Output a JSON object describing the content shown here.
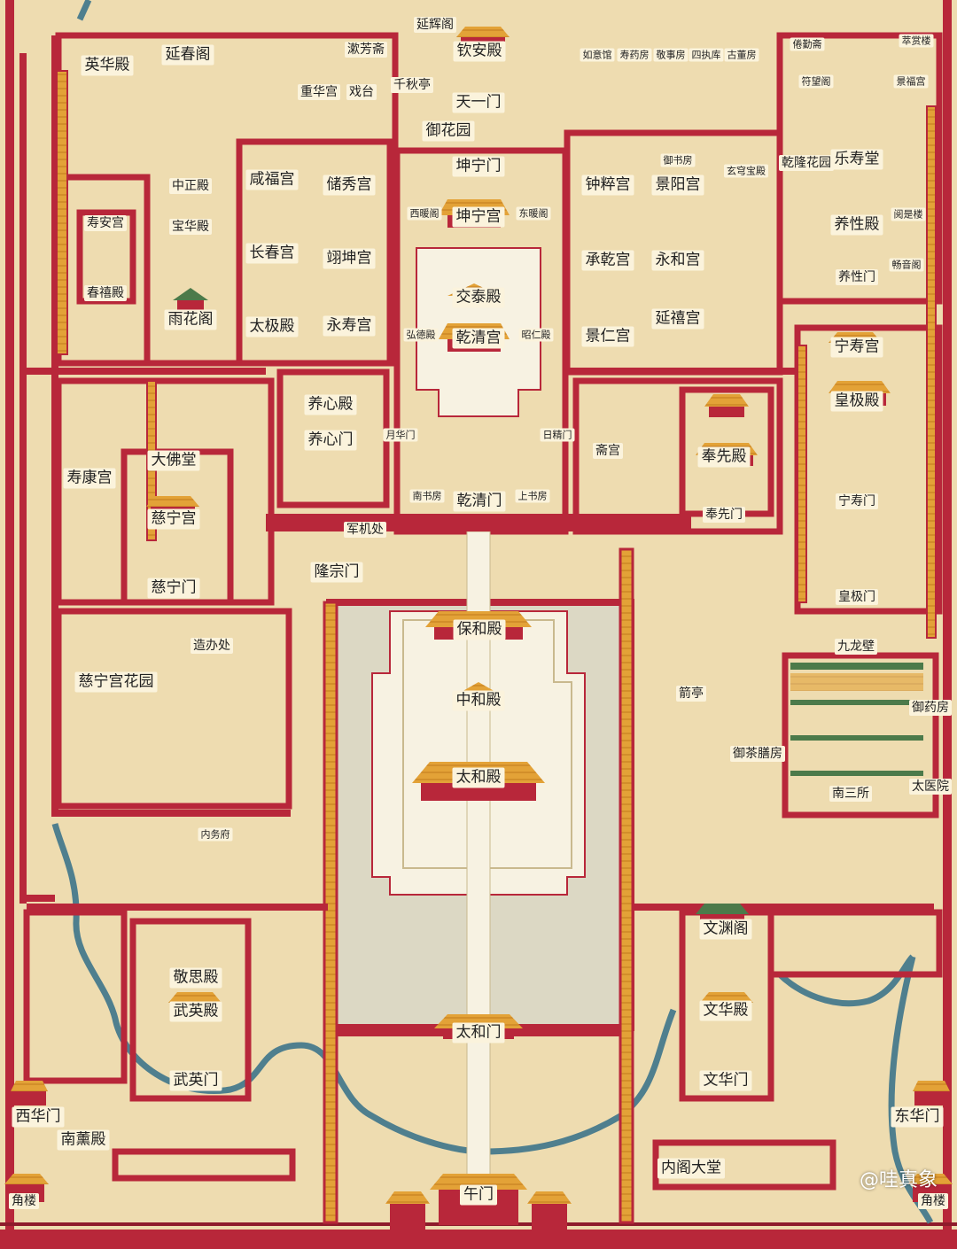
{
  "colors": {
    "ground": "#eedcb0",
    "wall": "#b8273a",
    "wall_dark": "#8e1b2b",
    "roof": "#e3a237",
    "roof_dark": "#c07a1e",
    "courtyard": "#dcd8c4",
    "terrace": "#f7f2e2",
    "river": "#4f7f8e",
    "label_bg": "#fbf3dc",
    "green_roof": "#4c7a4a"
  },
  "watermark": "@哇真象",
  "labels": {
    "yanhui_ge": "延辉阁",
    "yinan_dian": "钦安殿",
    "tianyi_men": "天一门",
    "yuhua_yuan": "御花园",
    "qianqiu_ting": "千秋亭",
    "shufang_zhai": "漱芳斋",
    "chonghua_gong": "重华宫",
    "xitai": "戏台",
    "yanchun_ge": "延春阁",
    "yinghua_dian": "英华殿",
    "zhongzheng_dian": "中正殿",
    "baohua_dian": "宝华殿",
    "xianfu_gong": "咸福宫",
    "chuxiu_gong": "储秀宫",
    "changchun_gong": "长春宫",
    "yikun_gong": "翊坤宫",
    "taiji_dian": "太极殿",
    "yongshou_gong": "永寿宫",
    "shouan_gong": "寿安宫",
    "chunxi_dian": "春禧殿",
    "yuhua_ge": "雨花阁",
    "kunning_men": "坤宁门",
    "kunning_gong": "坤宁宫",
    "xinuan_ge": "西暖阁",
    "dongnuan_ge": "东暖阁",
    "jiaotai_dian": "交泰殿",
    "qianqing_gong": "乾清宫",
    "hongde_dian": "弘德殿",
    "zhaoren_dian": "昭仁殿",
    "yuehua_men": "月华门",
    "rijing_men": "日精门",
    "nanshufang": "南书房",
    "shangshufang": "上书房",
    "qianqing_men": "乾清门",
    "junji_chu": "军机处",
    "yangxin_dian": "养心殿",
    "yangxin_men": "养心门",
    "ruyi_guan": "如意馆",
    "shouyao_fang": "寿药房",
    "jingshi_fang": "敬事房",
    "sizhi_ku": "四执库",
    "gudong_fang": "古董房",
    "yushu_fang": "御书房",
    "xuanqiong_baodian": "玄穹宝殿",
    "zhongcui_gong": "钟粹宫",
    "jingyang_gong": "景阳宫",
    "chengqian_gong": "承乾宫",
    "yonghe_gong": "永和宫",
    "jingren_gong": "景仁宫",
    "yanxi_gong": "延禧宫",
    "zhai_gong": "斋宫",
    "fengxian_dian": "奉先殿",
    "fengxian_men": "奉先门",
    "juanqin_zhai": "倦勤斋",
    "fuwang_ge": "符望阁",
    "cuishang_lou": "萃赏楼",
    "jingfu_gong": "景福宫",
    "qianlong_huayuan": "乾隆花园",
    "leshou_tang": "乐寿堂",
    "yixing_dian": "养性殿",
    "yixing_men": "养性门",
    "yueshi_lou": "阅是楼",
    "changyin_ge": "畅音阁",
    "ningshou_gong": "宁寿宫",
    "huangji_dian": "皇极殿",
    "ningshou_men": "宁寿门",
    "huangji_men": "皇极门",
    "jiulong_bi": "九龙壁",
    "yuyao_fang": "御药房",
    "yucha_shanfang": "御茶膳房",
    "nansan_suo": "南三所",
    "taiyi_yuan": "太医院",
    "jian_ting": "箭亭",
    "shoukang_gong": "寿康宫",
    "dafo_tang": "大佛堂",
    "cining_gong": "慈宁宫",
    "cining_men": "慈宁门",
    "longzong_men": "隆宗门",
    "zaoban_chu": "造办处",
    "cining_huayuan": "慈宁宫花园",
    "neiwu_fu": "内务府",
    "baohe_dian": "保和殿",
    "zhonghe_dian": "中和殿",
    "taihe_dian": "太和殿",
    "taihe_men": "太和门",
    "jingsi_dian": "敬思殿",
    "wuying_dian": "武英殿",
    "wuying_men": "武英门",
    "xihua_men": "西华门",
    "nanxun_dian": "南薰殿",
    "wenyuan_ge": "文渊阁",
    "wenhua_dian": "文华殿",
    "wenhua_men": "文华门",
    "donghua_men": "东华门",
    "neige_datang": "内阁大堂",
    "wu_men": "午门",
    "jiaolou_w": "角楼",
    "jiaolou_e": "角楼"
  }
}
